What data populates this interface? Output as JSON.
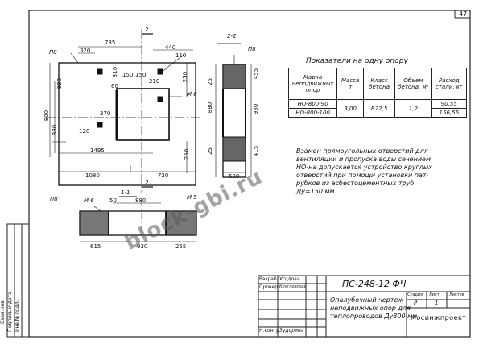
{
  "sheet_number": "47",
  "section_mark": "2",
  "section_title": "2-2",
  "section_cut": "1-1",
  "callouts": {
    "p8": "П8",
    "m6": "М 6",
    "m5": "М 5"
  },
  "plan_dims": {
    "d735": "735",
    "d320": "320",
    "d440": "440",
    "d110": "110",
    "d150a": "150",
    "d150b": "150",
    "d210": "210",
    "d60": "60",
    "d310": "310",
    "d920": "920",
    "d800": "800",
    "d880": "880",
    "d370": "370",
    "d250top": "250",
    "d120": "120",
    "d1495": "1495",
    "d250bot": "250",
    "d1080": "1080",
    "d720": "720"
  },
  "section22_dims": {
    "d455": "455",
    "d25top": "25",
    "d880": "880",
    "d930": "930",
    "d25bot": "25",
    "d415": "415",
    "d500": "500"
  },
  "elevation_dims": {
    "d50": "50",
    "d880": "880",
    "d615": "615",
    "d930": "930",
    "d255": "255"
  },
  "table": {
    "title": "Показатели на одну опору",
    "headers": [
      "Марка неподвижных опор",
      "Масса т",
      "Класс бетона",
      "Объем бетона, м³",
      "Расход стали, кг"
    ],
    "rows": [
      [
        "НО-800-90",
        "3,00",
        "В22,5",
        "1,2",
        "90,55"
      ],
      [
        "НО-800-100",
        "",
        "",
        "",
        "156,56"
      ]
    ]
  },
  "note": [
    "Взамен прямоугольных отверстий для",
    "вентиляции и пропуска воды сечением",
    "НО-на допускается устройство круглых",
    "отверстий при помощи установки пат-",
    "рубков из асбестоцементных труб",
    "Ду=150 мм."
  ],
  "title_block": {
    "code": "ПС-248-12 ФЧ",
    "roles": [
      "Разраб",
      "Провер",
      "",
      "",
      "Н.контр"
    ],
    "names": [
      "Угодова",
      "Кругловский",
      "",
      "",
      "Зудорина"
    ],
    "description": [
      "Опалубочный чертеж",
      "неподвижных опор для",
      "теплопроводов Ду800 мм"
    ],
    "stage_label": "Стадия",
    "sheet_label": "Лист",
    "sheets_label": "Листов",
    "stage": "Р",
    "sheet": "1",
    "org": "Мосинжпроект"
  },
  "side_stamp": [
    "Взам.инв.",
    "Подпись и дата",
    "Инв.№ подл."
  ],
  "watermark": "block-gbi.ru"
}
